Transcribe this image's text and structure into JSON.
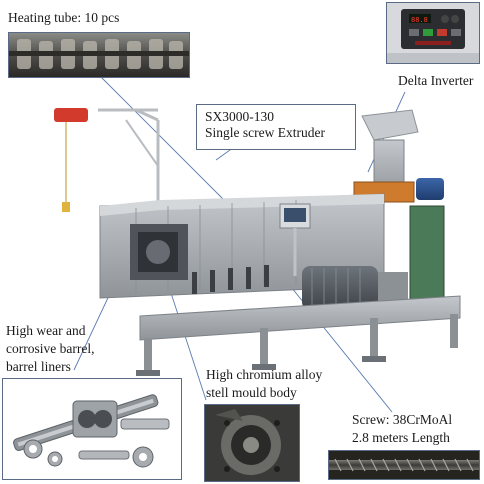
{
  "labels": {
    "heating_tube": "Heating tube: 10 pcs",
    "delta_inverter": "Delta Inverter",
    "model_line1": "SX3000-130",
    "model_line2": "Single screw Extruder",
    "barrel_line1": "High wear and",
    "barrel_line2": "corrosive barrel,",
    "barrel_line3": "barrel liners",
    "mould_line1": "High chromium alloy",
    "mould_line2": "stell mould body",
    "screw_line1": "Screw: 38CrMoAl",
    "screw_line2": "2.8 meters Length"
  },
  "icons": {
    "heating_tube": "heating-tube-photo",
    "inverter": "inverter-panel-photo",
    "extruder": "extruder-machine-illustration",
    "barrel": "barrel-parts-photo",
    "mould": "mould-body-photo",
    "screw": "screw-photo"
  },
  "colors": {
    "machine_body": "#a6abb0",
    "machine_dark": "#6b7076",
    "motor_blue": "#2a4d88",
    "control_green": "#4b7a58",
    "hoist_red": "#d23a2b",
    "leader_line": "#5b7bb0"
  }
}
